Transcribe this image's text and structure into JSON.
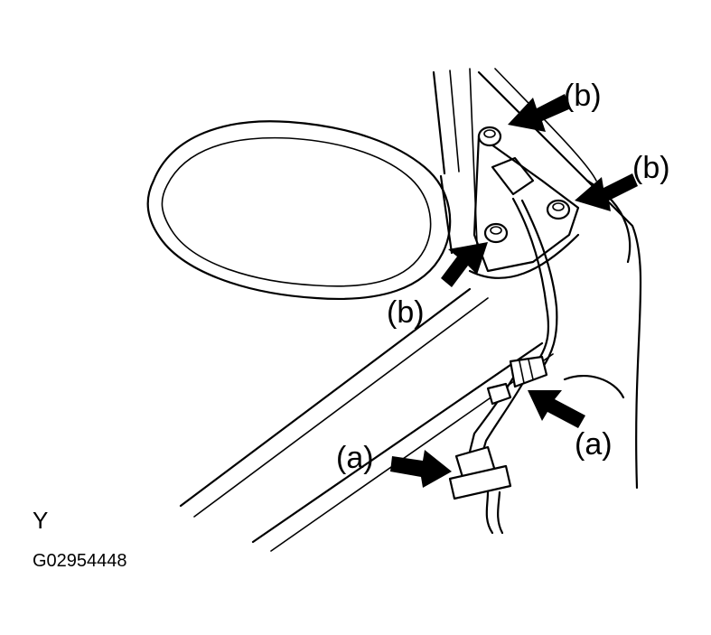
{
  "callouts": {
    "b_top": "(b)",
    "b_right": "(b)",
    "b_left": "(b)",
    "a_right": "(a)",
    "a_left": "(a)"
  },
  "view_label": "Y",
  "figure_code": "G02954448",
  "colors": {
    "line": "#000000",
    "background": "#ffffff"
  }
}
